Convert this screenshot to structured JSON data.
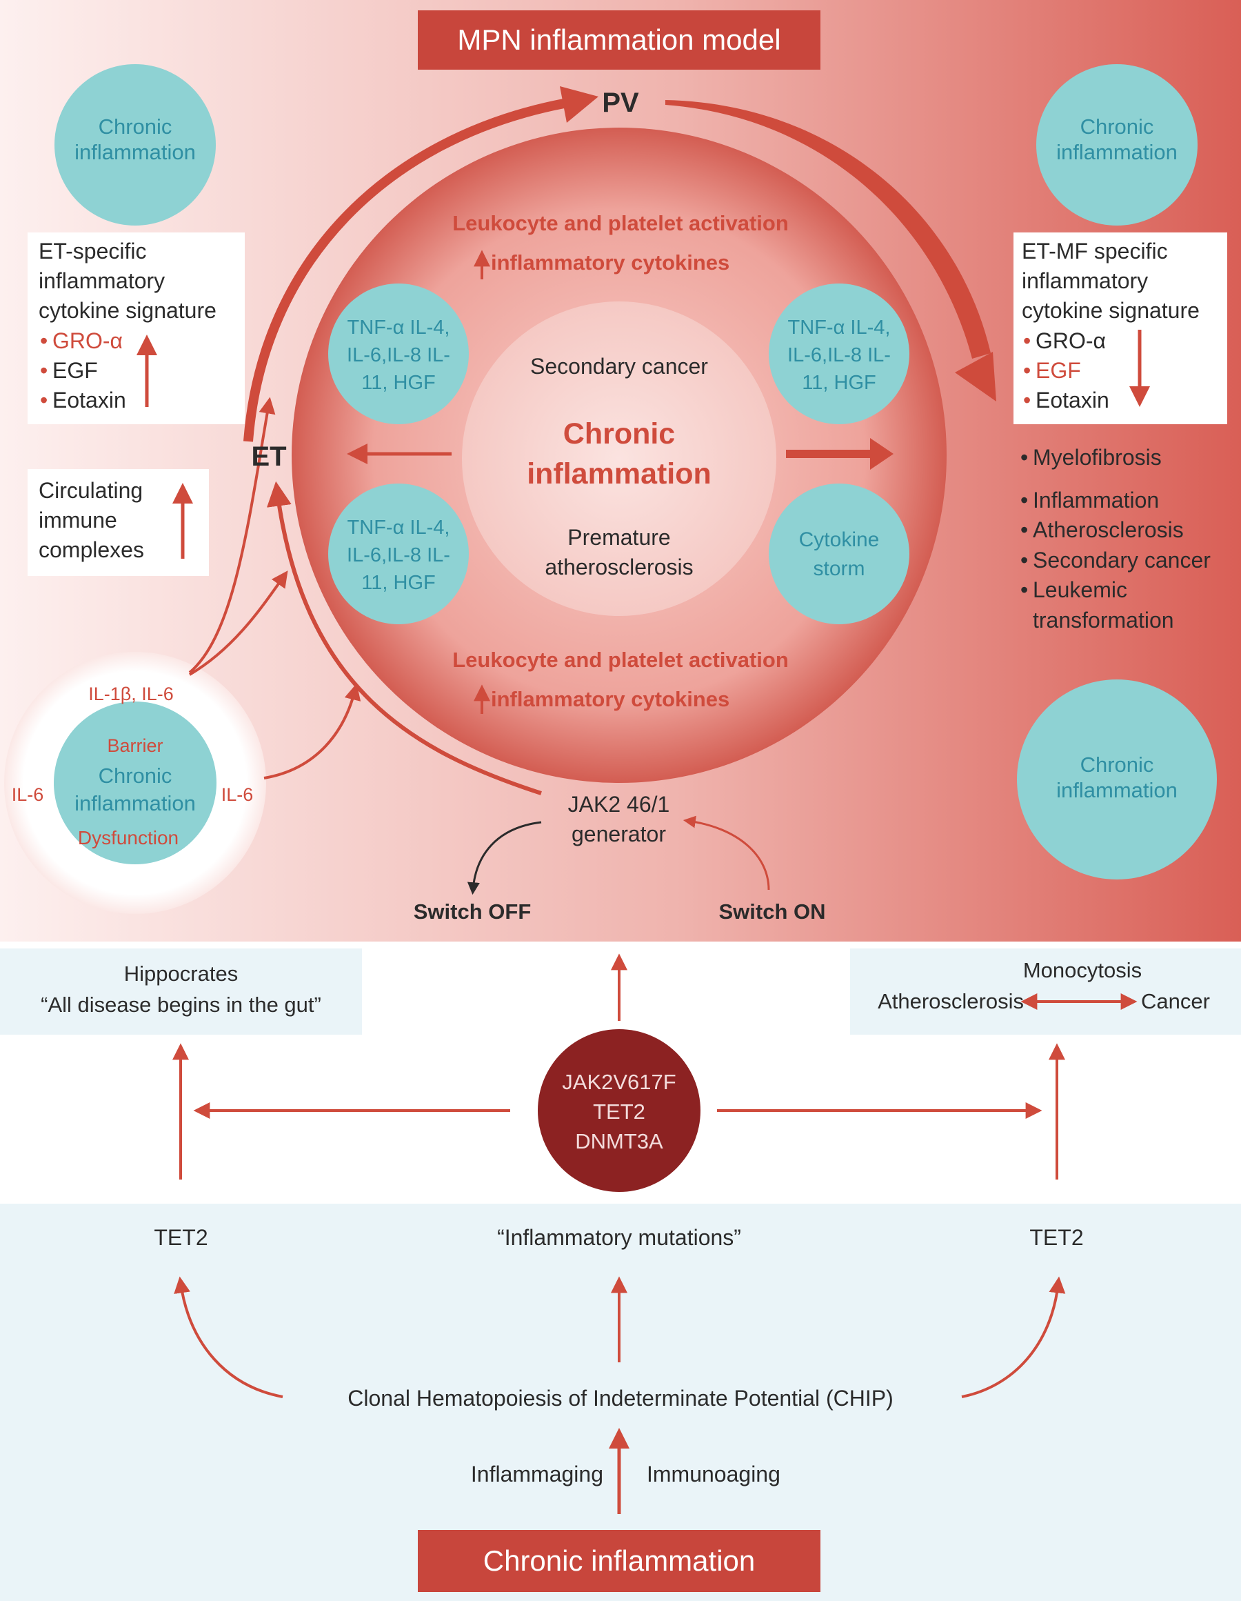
{
  "title": "MPN inflammation model",
  "footer_title": "Chronic inflammation",
  "pv_label": "PV",
  "et_label": "ET",
  "chronic_inflammation_circle": "Chronic inflammation",
  "left_signature": {
    "heading": "ET-specific inflammatory cytokine signature",
    "items": [
      "GRO-α",
      "EGF",
      "Eotaxin"
    ]
  },
  "right_signature": {
    "heading": "ET-MF specific inflammatory cytokine signature",
    "items": [
      "GRO-α",
      "EGF",
      "Eotaxin"
    ]
  },
  "immune_complexes": "Circulating immune complexes",
  "outcomes": [
    "Myelofibrosis",
    "Inflammation",
    "Atherosclerosis",
    "Secondary cancer",
    "Leukemic transformation"
  ],
  "ring_top": {
    "line1": "Leukocyte and platelet activation",
    "line2": "inflammatory cytokines"
  },
  "ring_bottom": {
    "line1": "Leukocyte and platelet activation",
    "line2": "inflammatory cytokines"
  },
  "cytokine_circle": "TNF-α IL-4, IL-6,IL-8 IL-11, HGF",
  "cytokine_storm": "Cytokine storm",
  "center": {
    "top": "Secondary cancer",
    "title": "Chronic inflammation",
    "bottom": "Premature atherosclerosis"
  },
  "gut": {
    "il1b": "IL-1β, IL-6",
    "il6_left": "IL-6",
    "il6_right": "IL-6",
    "barrier": "Barrier",
    "chronic": "Chronic inflammation",
    "dysfunction": "Dysfunction"
  },
  "generator": "JAK2 46/1 generator",
  "switch_off": "Switch OFF",
  "switch_on": "Switch ON",
  "hippocrates": {
    "line1": "Hippocrates",
    "line2": "“All disease begins in the gut”"
  },
  "monocytosis": {
    "top": "Monocytosis",
    "left": "Atherosclerosis",
    "right": "Cancer"
  },
  "mutations_circle": "JAK2V617F TET2 DNMT3A",
  "tet2_left": "TET2",
  "tet2_right": "TET2",
  "inflammatory_mutations": "“Inflammatory mutations”",
  "chip": "Clonal Hematopoiesis of Indeterminate Potential (CHIP)",
  "inflammaging": "Inflammaging",
  "immunoaging": "Immunoaging",
  "colors": {
    "accent_red": "#cf4b3c",
    "title_red": "#c8463c",
    "teal_circle": "#8ed2d3",
    "teal_text": "#2f8fa3",
    "dark_circle": "#8c2222",
    "light_blue_panel": "#eaf4f8"
  }
}
